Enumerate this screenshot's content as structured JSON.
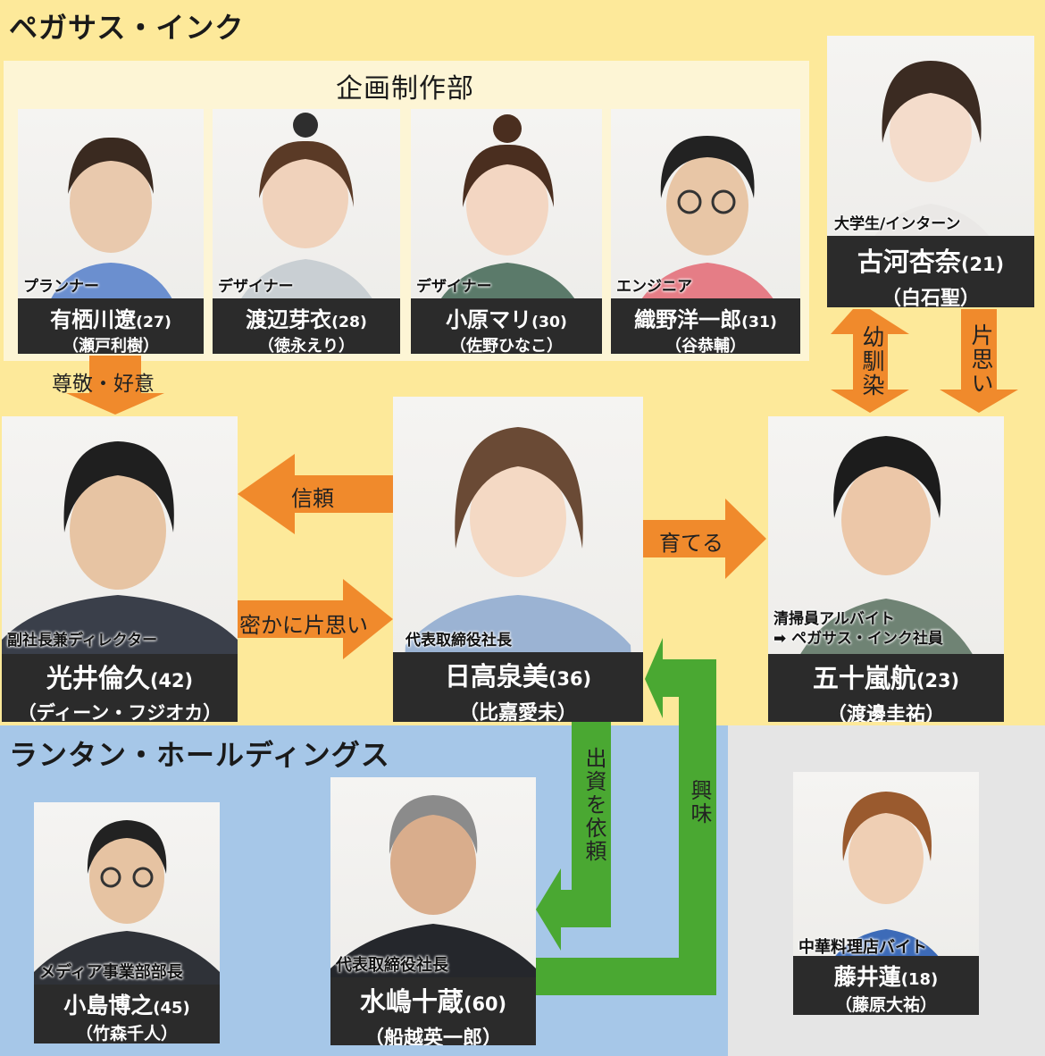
{
  "groups": {
    "pegasus": "ペガサス・インク",
    "lantern": "ランタン・ホールディングス",
    "planning": "企画制作部"
  },
  "people": {
    "aritsugawa": {
      "role": "プランナー",
      "name": "有栖川遼",
      "age": "(27)",
      "actor": "（瀬戸利樹）"
    },
    "watanabe": {
      "role": "デザイナー",
      "name": "渡辺芽衣",
      "age": "(28)",
      "actor": "（徳永えり）"
    },
    "ohara": {
      "role": "デザイナー",
      "name": "小原マリ",
      "age": "(30)",
      "actor": "（佐野ひなこ）"
    },
    "orino": {
      "role": "エンジニア",
      "name": "織野洋一郎",
      "age": "(31)",
      "actor": "（谷恭輔）"
    },
    "kogawa": {
      "role": "大学生/インターン",
      "name": "古河杏奈",
      "age": "(21)",
      "actor": "（白石聖）"
    },
    "mitsui": {
      "role": "副社長兼ディレクター",
      "name": "光井倫久",
      "age": "(42)",
      "actor": "（ディーン・フジオカ）"
    },
    "hidaka": {
      "role": "代表取締役社長",
      "name": "日高泉美",
      "age": "(36)",
      "actor": "（比嘉愛未）"
    },
    "igarashi": {
      "role_line1": "清掃員アルバイト",
      "role_line2": "➡ ペガサス・インク社員",
      "name": "五十嵐航",
      "age": "(23)",
      "actor": "（渡邊圭祐）"
    },
    "kojima": {
      "role": "メディア事業部部長",
      "name": "小島博之",
      "age": "(45)",
      "actor": "（竹森千人）"
    },
    "mizushima": {
      "role": "代表取締役社長",
      "name": "水嶋十蔵",
      "age": "(60)",
      "actor": "（船越英一郎）"
    },
    "fujii": {
      "role": "中華料理店バイト",
      "name": "藤井蓮",
      "age": "(18)",
      "actor": "（藤原大祐）"
    }
  },
  "relations": {
    "respect": "尊敬・好意",
    "trust": "信頼",
    "secret_love": "密かに片思い",
    "nurture": "育てる",
    "childhood": "幼馴染",
    "crush": "片思い",
    "funding": "出資を依頼",
    "interest": "興味"
  },
  "colors": {
    "pegasus_bg": "#fde99a",
    "planning_bg": "#fdf5d5",
    "lantern_bg": "#a6c7e8",
    "other_bg": "#e5e5e5",
    "orange_arrow": "#f08a2c",
    "green_arrow": "#4aa832",
    "namebox": "#2b2b2b"
  }
}
